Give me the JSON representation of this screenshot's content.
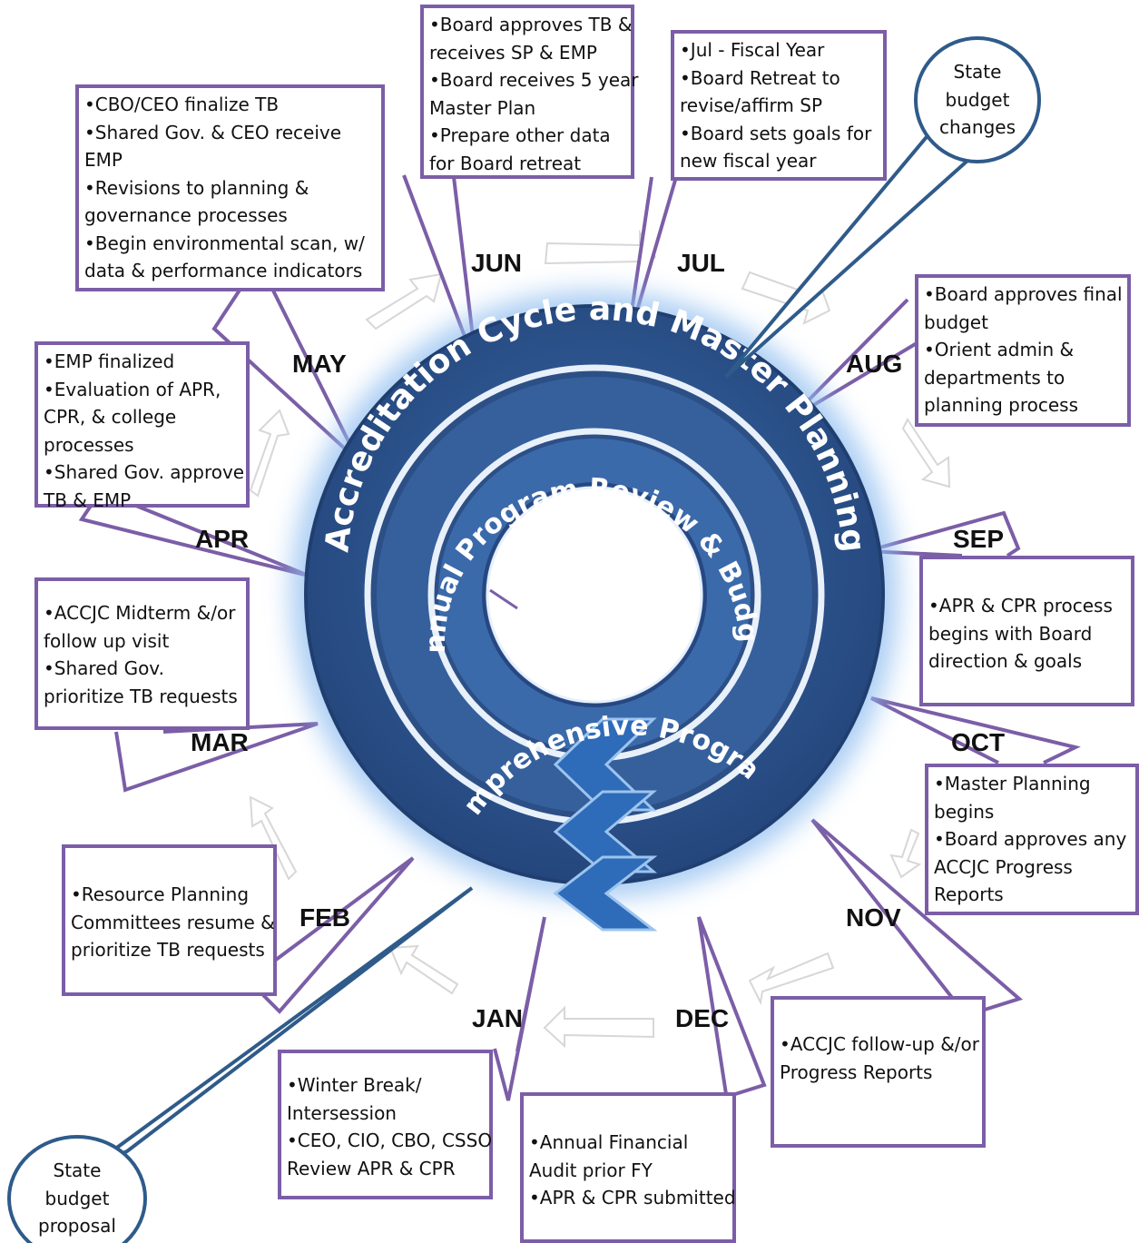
{
  "rings": {
    "outer": "Accreditation Cycle and Master Planning",
    "middle": "Triennial Rotating Comprehensive Program Review & Planning",
    "inner": "Annual Program Review & Budget"
  },
  "months": {
    "jun": "JUN",
    "jul": "JUL",
    "aug": "AUG",
    "sep": "SEP",
    "oct": "OCT",
    "nov": "NOV",
    "dec": "DEC",
    "jan": "JAN",
    "feb": "FEB",
    "mar": "MAR",
    "apr": "APR",
    "may": "MAY"
  },
  "bubbles": {
    "state_changes": [
      "State",
      "budget",
      "changes"
    ],
    "state_proposal": [
      "State",
      "budget",
      "proposal"
    ]
  },
  "callouts": {
    "jun": [
      "•Board approves TB &",
      "receives SP & EMP",
      "•Board receives 5 year",
      "Master Plan",
      "•Prepare other data",
      "for  Board retreat"
    ],
    "jul": [
      "•Jul - Fiscal Year",
      "•Board Retreat to",
      "revise/affirm SP",
      "•Board sets goals for",
      "new fiscal year"
    ],
    "may_top": [
      "•CBO/CEO finalize TB",
      "•Shared Gov. & CEO receive",
      "EMP",
      "•Revisions to planning &",
      "governance processes",
      "•Begin environmental scan, w/",
      "data & performance indicators"
    ],
    "aug": [
      "•Board approves final",
      "budget",
      "•Orient admin &",
      "departments to",
      "planning process"
    ],
    "apr": [
      "•EMP finalized",
      "•Evaluation of APR,",
      "CPR, & college",
      "processes",
      "•Shared Gov. approve",
      "TB & EMP"
    ],
    "sep": [
      "•APR & CPR process",
      "begins  with Board",
      "direction & goals"
    ],
    "mar": [
      "•ACCJC Midterm &/or",
      "follow up visit",
      "•Shared Gov.",
      "prioritize TB requests"
    ],
    "oct": [
      "•Master Planning",
      "begins",
      "•Board approves any",
      "ACCJC Progress",
      "Reports"
    ],
    "feb": [
      "•Resource Planning",
      "Committees resume &",
      "prioritize TB requests"
    ],
    "nov": [
      "•ACCJC follow-up &/or",
      "Progress Reports"
    ],
    "jan": [
      "•Winter Break/",
      "Intersession",
      "•CEO, CIO, CBO, CSSO",
      "Review APR & CPR"
    ],
    "dec": [
      "•Annual Financial",
      "Audit prior FY",
      "•APR & CPR submitted"
    ]
  },
  "colors": {
    "ring_dark": "#2c4f86",
    "ring_mid": "#3a6aa8",
    "glow": "#9cc4ee",
    "callout_border": "#7b5ea7",
    "bubble_border": "#2f5b8a",
    "arrow": "#d7d7d7"
  }
}
